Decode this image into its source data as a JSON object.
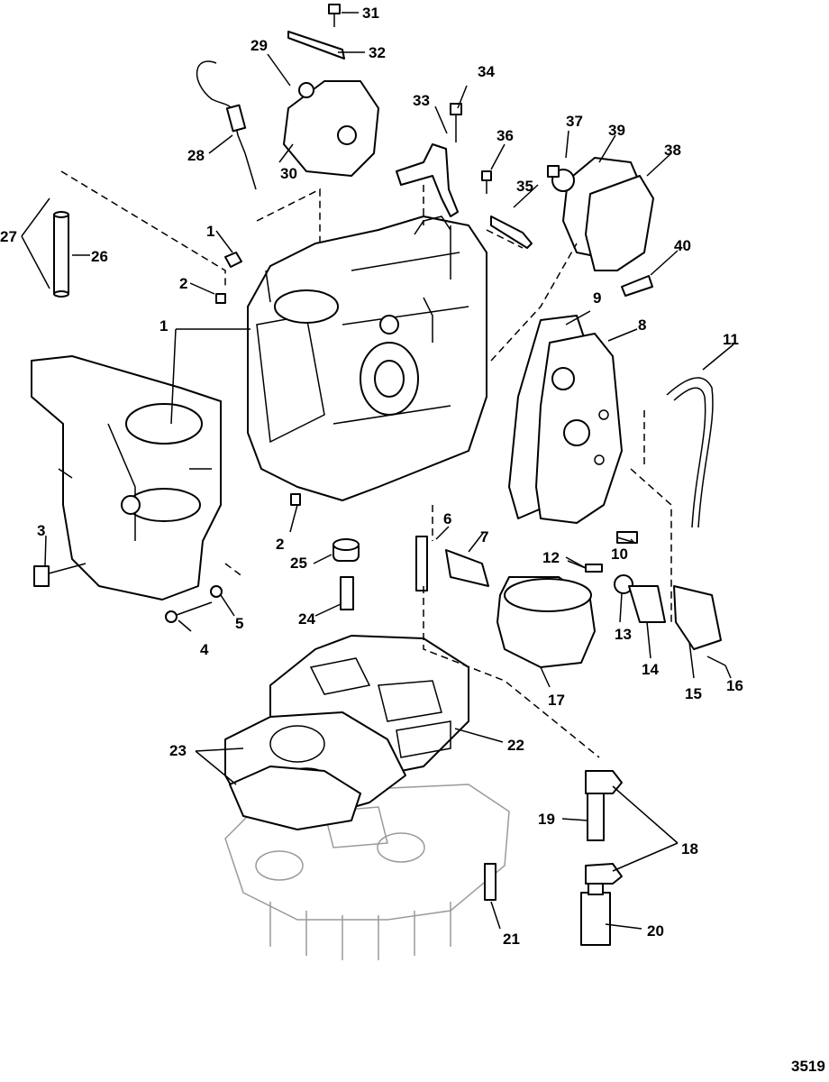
{
  "figure_number": "3519",
  "callouts": [
    "1",
    "1",
    "2",
    "2",
    "3",
    "4",
    "5",
    "6",
    "7",
    "8",
    "9",
    "10",
    "11",
    "12",
    "13",
    "14",
    "15",
    "16",
    "17",
    "18",
    "19",
    "20",
    "21",
    "22",
    "23",
    "24",
    "25",
    "26",
    "27",
    "28",
    "29",
    "30",
    "31",
    "32",
    "33",
    "34",
    "35",
    "36",
    "37",
    "38",
    "39",
    "40"
  ]
}
